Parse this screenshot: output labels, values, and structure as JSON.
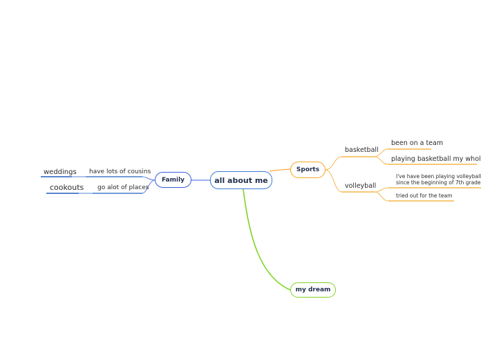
{
  "central": {
    "label": "all about me"
  },
  "branches": {
    "family": {
      "label": "Family",
      "children": [
        {
          "label": "have lots of cousins",
          "children": [
            {
              "label": "weddings"
            }
          ]
        },
        {
          "label": "go alot of places",
          "children": [
            {
              "label": "cookouts"
            }
          ]
        }
      ]
    },
    "sports": {
      "label": "Sports",
      "children": [
        {
          "label": "basketball",
          "children": [
            {
              "label": "been on a team"
            },
            {
              "label": "playing basketball my whole life"
            }
          ]
        },
        {
          "label": "volleyball",
          "children": [
            {
              "label": "I've have been playing volleyball since the beginning of 7th grade"
            },
            {
              "label": "tried out for the team"
            }
          ]
        }
      ]
    },
    "dream": {
      "label": "my dream"
    }
  },
  "colors": {
    "family": "#3a5be0",
    "sports": "#f5a623",
    "dream": "#7ed321",
    "central": "#3a7bd5",
    "subtopic_underline": "#1f5fbf"
  }
}
